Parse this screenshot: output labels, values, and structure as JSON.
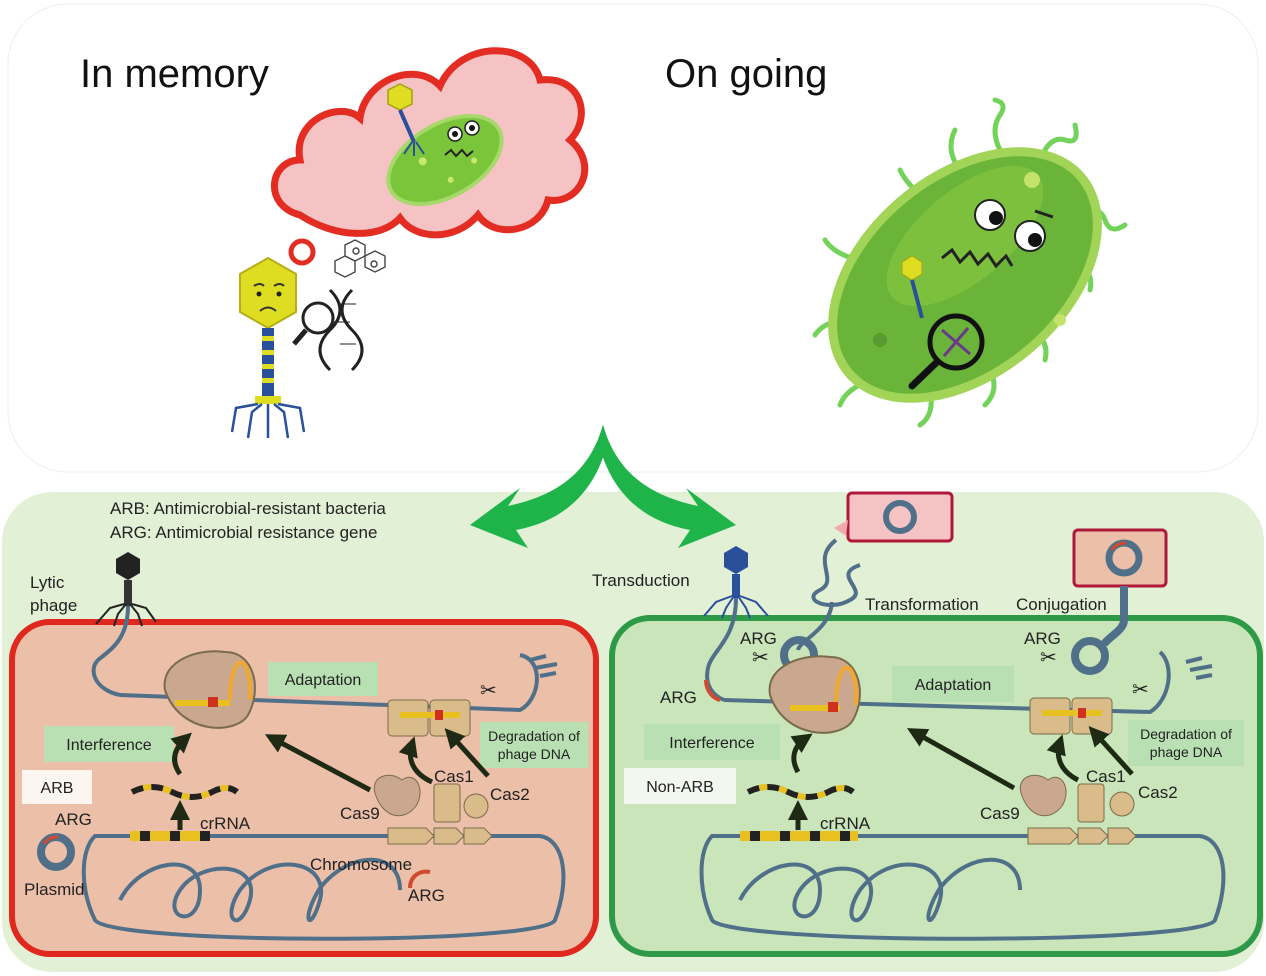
{
  "top": {
    "left_title": "In memory",
    "right_title": "On going"
  },
  "legend": {
    "arb": "ARB: Antimicrobial-resistant bacteria",
    "arg": "ARG: Antimicrobial resistance gene"
  },
  "left_cell": {
    "lytic_phage_line1": "Lytic",
    "lytic_phage_line2": "phage",
    "adaptation": "Adaptation",
    "interference": "Interference",
    "degradation_line1": "Degradation of",
    "degradation_line2": "phage DNA",
    "status": "ARB",
    "arg_plasmid": "ARG",
    "plasmid": "Plasmid",
    "crrna": "crRNA",
    "cas9": "Cas9",
    "cas1": "Cas1",
    "cas2": "Cas2",
    "chromosome": "Chromosome",
    "arg_chromosome": "ARG"
  },
  "right_cell": {
    "transduction": "Transduction",
    "transformation": "Transformation",
    "conjugation": "Conjugation",
    "arg_transformation": "ARG",
    "arg_conjugation": "ARG",
    "arg_left": "ARG",
    "adaptation": "Adaptation",
    "interference": "Interference",
    "degradation_line1": "Degradation of",
    "degradation_line2": "phage DNA",
    "status": "Non-ARB",
    "crrna": "crRNA",
    "cas9": "Cas9",
    "cas1": "Cas1",
    "cas2": "Cas2"
  },
  "colors": {
    "arb_cell_border": "#e0281e",
    "arb_cell_fill": "#ecbfa8",
    "non_arb_cell_border": "#2e9a48",
    "non_arb_cell_fill": "#c9e5b9",
    "bottom_panel": "#e2f0d6",
    "label_box": "#b9e0b3",
    "dna": "#50708a",
    "arrow_green": "#1fb44a",
    "bacterium_green": "#7bc53b",
    "phage_yellow": "#dedd22"
  }
}
